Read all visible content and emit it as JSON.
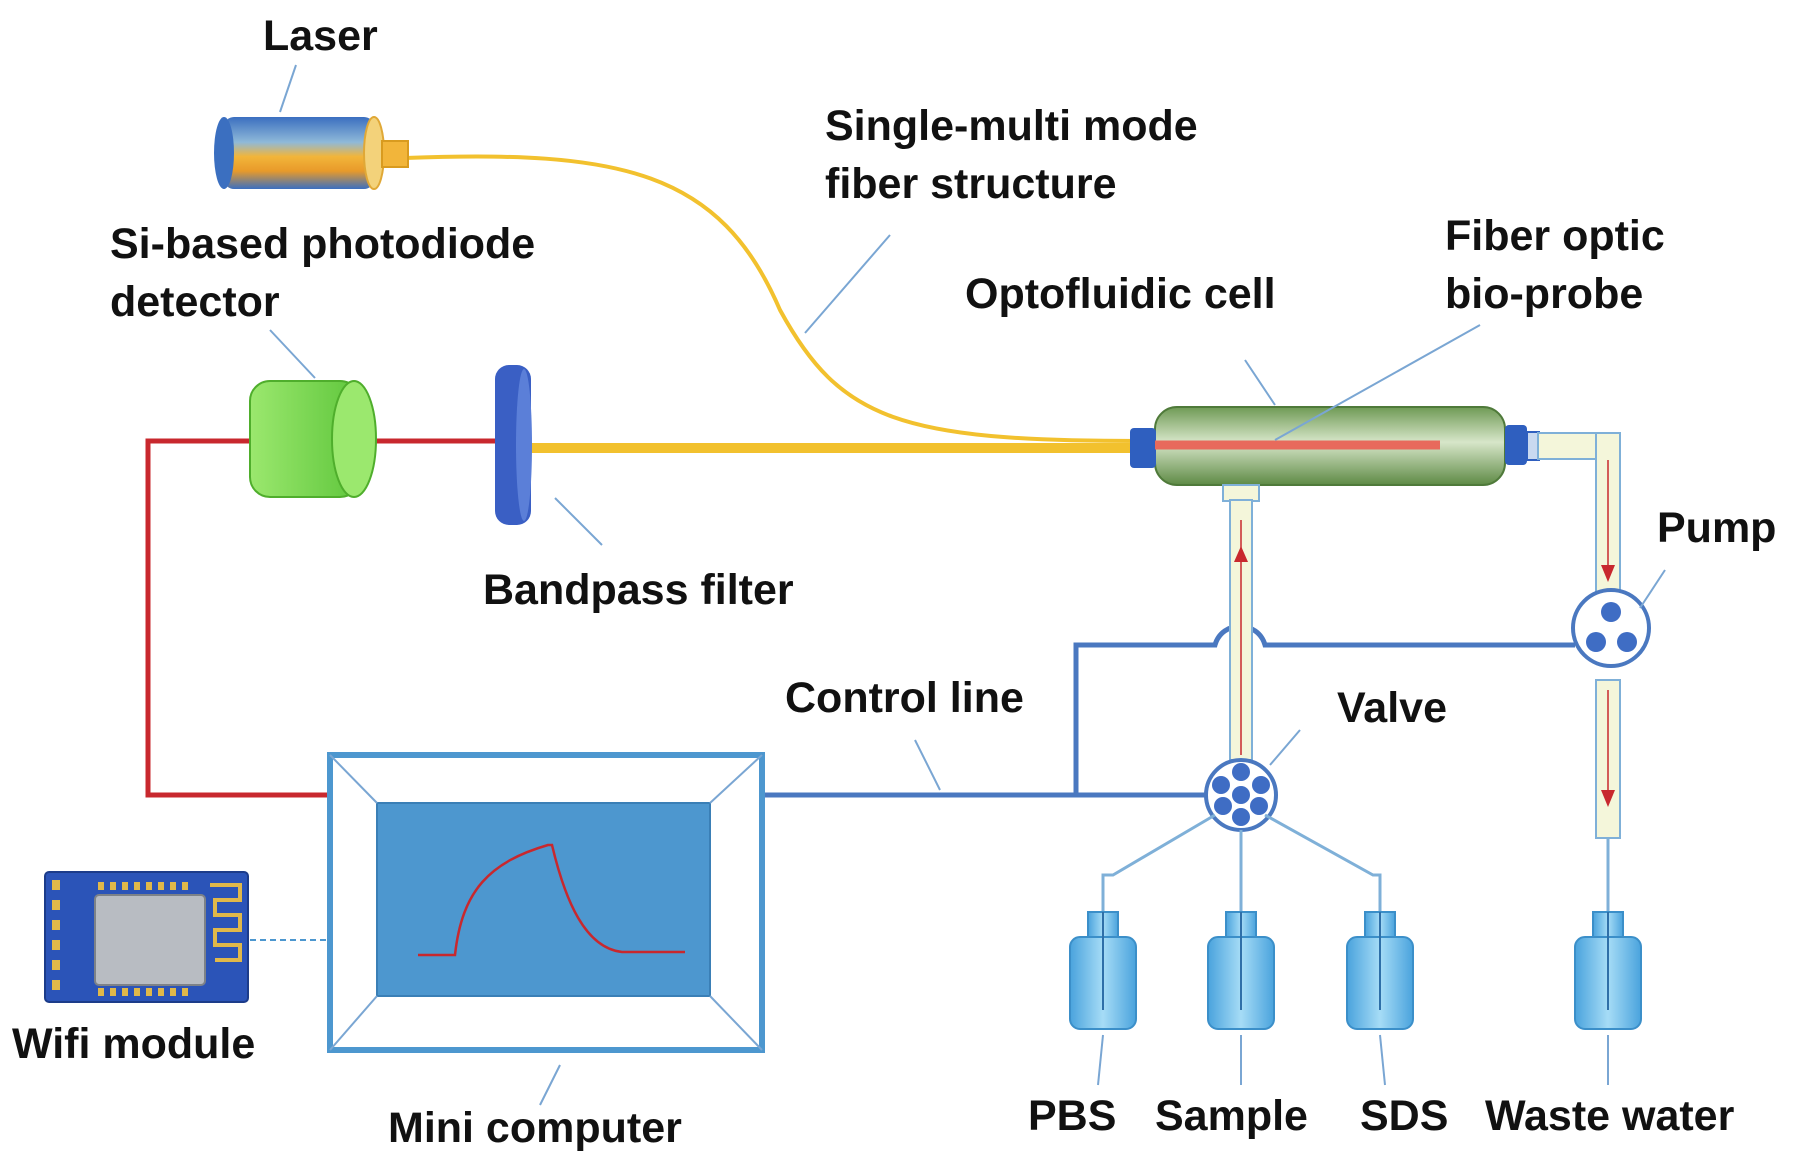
{
  "labels": {
    "laser": "Laser",
    "fiber_structure_line1": "Single-multi mode",
    "fiber_structure_line2": "fiber structure",
    "detector_line1": "Si-based photodiode",
    "detector_line2": "detector",
    "bio_probe_line1": "Fiber optic",
    "bio_probe_line2": "bio-probe",
    "optofluidic_cell": "Optofluidic cell",
    "pump": "Pump",
    "bandpass_filter": "Bandpass filter",
    "control_line": "Control line",
    "valve": "Valve",
    "wifi_module": "Wifi module",
    "mini_computer": "Mini computer",
    "pbs": "PBS",
    "sample": "Sample",
    "sds": "SDS",
    "waste_water": "Waste water"
  },
  "colors": {
    "fiber_yellow": "#f2c12e",
    "electric_red": "#c8282e",
    "control_blue": "#4a78c0",
    "tube_fill": "#f4f6da",
    "tube_stroke": "#7fb0d8",
    "cell_green": "#8fb675",
    "detector_green": "#7ed857",
    "filter_blue": "#3a5fc4",
    "screen_blue": "#4d97cf",
    "bottle_blue": "#6bbce8",
    "valve_dot": "#3f6dc4",
    "leader_line": "#7aa6d3"
  }
}
